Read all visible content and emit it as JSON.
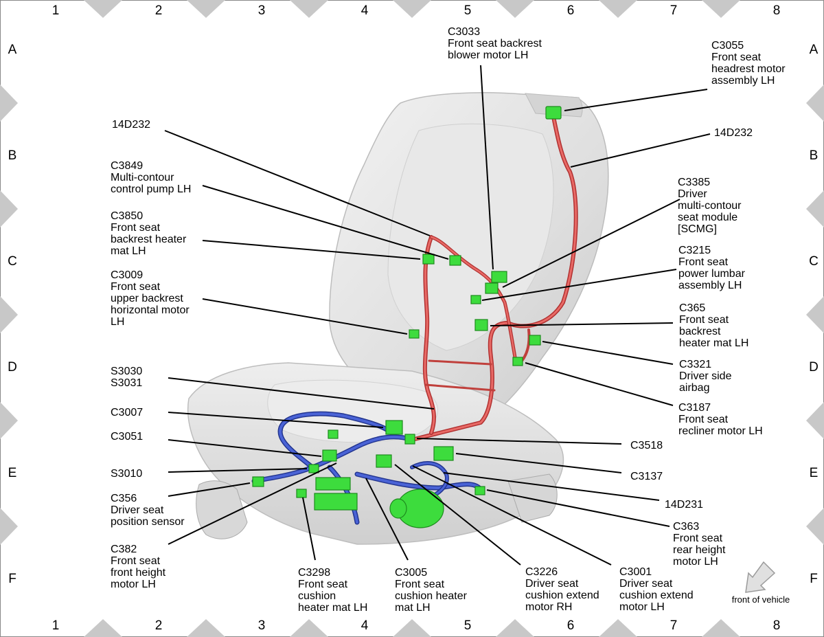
{
  "grid": {
    "columns": [
      "1",
      "2",
      "3",
      "4",
      "5",
      "6",
      "7",
      "8"
    ],
    "rows": [
      "A",
      "B",
      "C",
      "D",
      "E",
      "F"
    ]
  },
  "callouts": {
    "c3033": [
      "C3033",
      "Front seat backrest",
      "blower motor LH"
    ],
    "c3055": [
      "C3055",
      "Front seat",
      "headrest motor",
      "assembly LH"
    ],
    "d232a": [
      "14D232"
    ],
    "d232b": [
      "14D232"
    ],
    "c3849": [
      "C3849",
      "Multi-contour",
      "control pump LH"
    ],
    "c3850": [
      "C3850",
      "Front seat",
      "backrest heater",
      "mat LH"
    ],
    "c3009": [
      "C3009",
      "Front seat",
      "upper backrest",
      "horizontal motor",
      "LH"
    ],
    "c3385": [
      "C3385",
      "Driver",
      "multi-contour",
      "seat module",
      "[SCMG]"
    ],
    "c3215": [
      "C3215",
      "Front seat",
      "power lumbar",
      "assembly LH"
    ],
    "c365": [
      "C365",
      "Front seat",
      "backrest",
      "heater mat LH"
    ],
    "c3321": [
      "C3321",
      "Driver side",
      "airbag"
    ],
    "c3187": [
      "C3187",
      "Front seat",
      "recliner motor LH"
    ],
    "s3030": [
      "S3030",
      "S3031"
    ],
    "c3007": [
      "C3007"
    ],
    "c3518": [
      "C3518"
    ],
    "c3051": [
      "C3051"
    ],
    "c3137": [
      "C3137"
    ],
    "s3010": [
      "S3010"
    ],
    "d231": [
      "14D231"
    ],
    "c356": [
      "C356",
      "Driver seat",
      "position sensor"
    ],
    "c363": [
      "C363",
      "Front seat",
      "rear height",
      "motor LH"
    ],
    "c382": [
      "C382",
      "Front seat",
      "front height",
      "motor LH"
    ],
    "c3298": [
      "C3298",
      "Front seat",
      "cushion",
      "heater mat LH"
    ],
    "c3005": [
      "C3005",
      "Front seat",
      "cushion heater",
      "mat LH"
    ],
    "c3226": [
      "C3226",
      "Driver seat",
      "cushion extend",
      "motor RH"
    ],
    "c3001": [
      "C3001",
      "Driver seat",
      "cushion extend",
      "motor LH"
    ]
  },
  "front_of_vehicle": "front of vehicle",
  "colors": {
    "harness_red": "#d9534f",
    "harness_blue": "#3a55c8",
    "connector_green": "#3ddc3d",
    "seat_gray": "#e3e3e3",
    "grid_triangle": "#c8c8c8"
  }
}
